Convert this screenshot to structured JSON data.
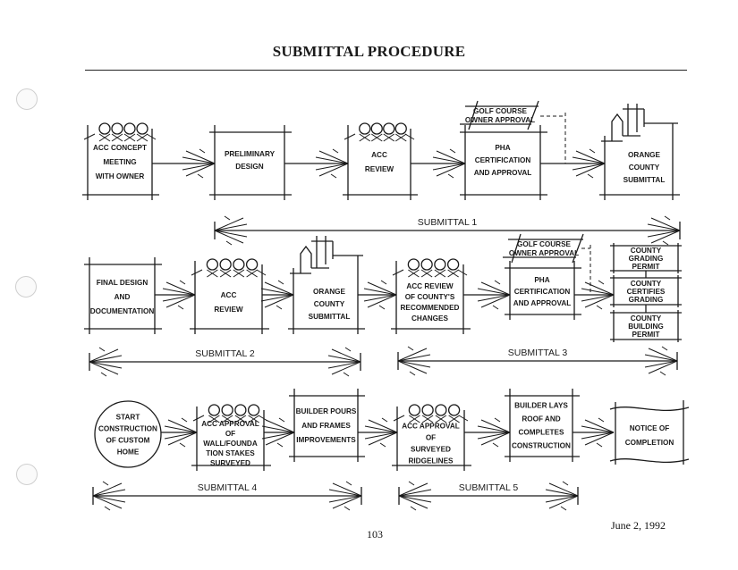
{
  "page": {
    "title": "SUBMITTAL PROCEDURE",
    "page_number": "103",
    "date": "June 2, 1992"
  },
  "rows": [
    {
      "steps": [
        {
          "id": "r1s1",
          "shape": "people-box",
          "lines": [
            "ACC CONCEPT",
            "MEETING",
            "WITH OWNER"
          ]
        },
        {
          "id": "r1s2",
          "shape": "box",
          "lines": [
            "PRELIMINARY",
            "DESIGN"
          ]
        },
        {
          "id": "r1s3",
          "shape": "people-box",
          "lines": [
            "ACC",
            "REVIEW"
          ]
        },
        {
          "id": "r1s4",
          "shape": "box",
          "lines": [
            "PHA",
            "CERTIFICATION",
            "AND APPROVAL"
          ],
          "side_input": {
            "shape": "parallelogram",
            "lines": [
              "GOLF COURSE",
              "OWNER APPROVAL"
            ],
            "connector": "dashed"
          }
        },
        {
          "id": "r1s5",
          "shape": "building-box",
          "lines": [
            "ORANGE",
            "COUNTY",
            "SUBMITTAL"
          ]
        }
      ],
      "spans": [
        {
          "label": "SUBMITTAL 1",
          "from": "r1s2",
          "to": "r1s5"
        }
      ]
    },
    {
      "steps": [
        {
          "id": "r2s1",
          "shape": "box",
          "lines": [
            "FINAL DESIGN",
            "AND",
            "DOCUMENTATION"
          ]
        },
        {
          "id": "r2s2",
          "shape": "people-box",
          "lines": [
            "ACC",
            "REVIEW"
          ]
        },
        {
          "id": "r2s3",
          "shape": "building-box",
          "lines": [
            "ORANGE",
            "COUNTY",
            "SUBMITTAL"
          ]
        },
        {
          "id": "r2s4",
          "shape": "people-box",
          "lines": [
            "ACC REVIEW",
            "OF COUNTY'S",
            "RECOMMENDED",
            "CHANGES"
          ]
        },
        {
          "id": "r2s5",
          "shape": "box",
          "lines": [
            "PHA",
            "CERTIFICATION",
            "AND APPROVAL"
          ],
          "side_input": {
            "shape": "parallelogram",
            "lines": [
              "GOLF COURSE",
              "OWNER APPROVAL"
            ],
            "connector": "dashed"
          }
        },
        {
          "id": "r2s6",
          "shape": "stacked-boxes",
          "stack": [
            {
              "lines": [
                "COUNTY",
                "GRADING",
                "PERMIT"
              ]
            },
            {
              "lines": [
                "COUNTY",
                "CERTIFIES",
                "GRADING"
              ]
            },
            {
              "lines": [
                "COUNTY",
                "BUILDING",
                "PERMIT"
              ]
            }
          ]
        }
      ],
      "spans": [
        {
          "label": "SUBMITTAL 2",
          "from": "r2s1",
          "to": "r2s3"
        },
        {
          "label": "SUBMITTAL 3",
          "from": "r2s4",
          "to": "r2s6"
        }
      ]
    },
    {
      "steps": [
        {
          "id": "r3s1",
          "shape": "circle",
          "lines": [
            "START",
            "CONSTRUCTION",
            "OF CUSTOM",
            "HOME"
          ]
        },
        {
          "id": "r3s2",
          "shape": "people-box",
          "lines": [
            "ACC APPROVAL",
            "OF",
            "WALL/FOUNDA",
            "TION   STAKES",
            "SURVEYED"
          ]
        },
        {
          "id": "r3s3",
          "shape": "box",
          "lines": [
            "BUILDER POURS",
            "AND FRAMES",
            "IMPROVEMENTS"
          ]
        },
        {
          "id": "r3s4",
          "shape": "people-box",
          "lines": [
            "ACC APPROVAL",
            "OF",
            "SURVEYED",
            "RIDGELINES"
          ]
        },
        {
          "id": "r3s5",
          "shape": "box",
          "lines": [
            "BUILDER LAYS",
            "ROOF AND",
            "COMPLETES",
            "CONSTRUCTION"
          ]
        },
        {
          "id": "r3s6",
          "shape": "document",
          "lines": [
            "NOTICE OF",
            "COMPLETION"
          ]
        }
      ],
      "spans": [
        {
          "label": "SUBMITTAL 4",
          "from": "r3s1",
          "to": "r3s3"
        },
        {
          "label": "SUBMITTAL 5",
          "from": "r3s4",
          "to": "r3s5"
        }
      ]
    }
  ]
}
